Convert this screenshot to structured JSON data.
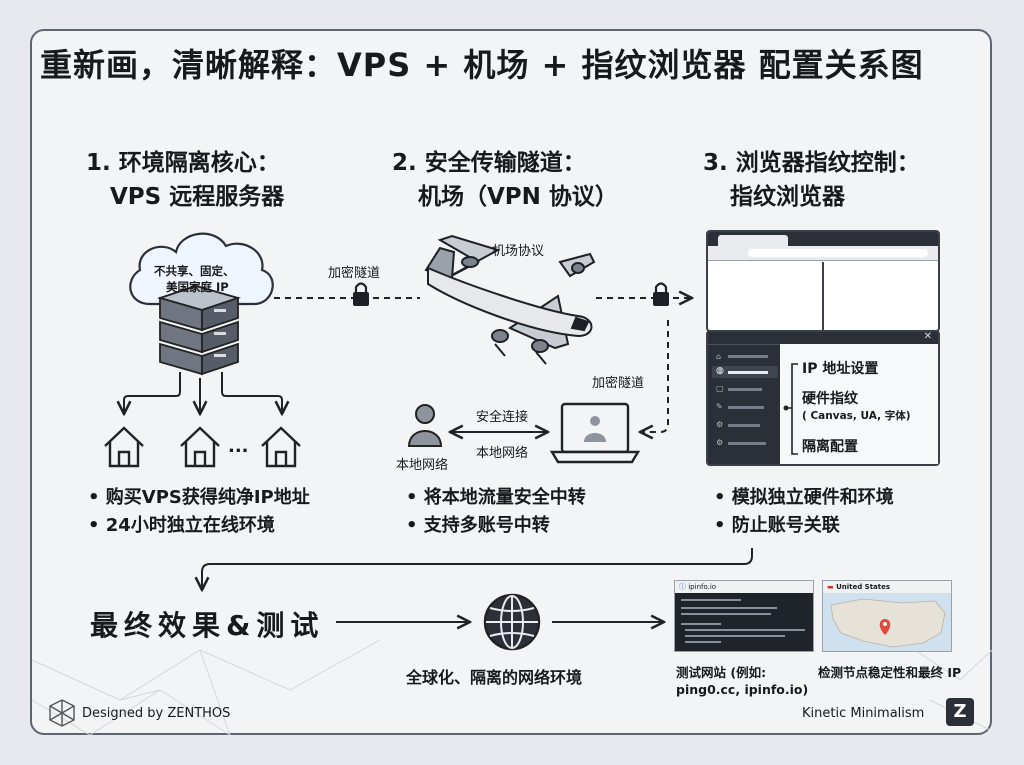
{
  "title": "重新画，清晰解释：VPS + 机场 + 指纹浏览器 配置关系图",
  "sections": [
    {
      "heading_line1": "1. 环境隔离核心：",
      "heading_line2": "VPS 远程服务器",
      "bullets": [
        "• 购买VPS获得纯净IP地址",
        "• 24小时独立在线环境"
      ]
    },
    {
      "heading_line1": "2. 安全传输隧道：",
      "heading_line2": "机场（VPN 协议）",
      "bullets": [
        "• 将本地流量安全中转",
        "• 支持多账号中转"
      ]
    },
    {
      "heading_line1": "3. 浏览器指纹控制：",
      "heading_line2": "指纹浏览器",
      "bullets": [
        "• 模拟独立硬件和环境",
        "• 防止账号关联"
      ]
    }
  ],
  "cloud_text": [
    "不共享、固定、",
    "美国家庭 IP"
  ],
  "labels": {
    "encrypted_tunnel_1": "加密隧道",
    "airport_protocol": "机场协议",
    "encrypted_tunnel_2": "加密隧道",
    "secure_connection": "安全连接",
    "local_network_arrow": "本地网络",
    "local_network_user": "本地网络",
    "ellipsis": "..."
  },
  "browser_settings": {
    "ip_setting": "IP 地址设置",
    "hardware_fp": "硬件指纹",
    "hardware_fp_detail": "( Canvas, UA, 字体)",
    "isolation": "隔离配置"
  },
  "final": {
    "heading": "最终效果&测试",
    "globe_caption": "全球化、隔离的网络环境",
    "test_site_caption_1": "测试网站 (例如:",
    "test_site_caption_2": "ping0.cc, ipinfo.io)",
    "map_caption": "检测节点稳定性和最终 IP",
    "ipinfo_tab": "ipinfo.io",
    "map_header": "United States"
  },
  "footer": {
    "designed_by": "Designed by ZENTHOS",
    "tagline": "Kinetic Minimalism",
    "logo_letter": "Z"
  }
}
